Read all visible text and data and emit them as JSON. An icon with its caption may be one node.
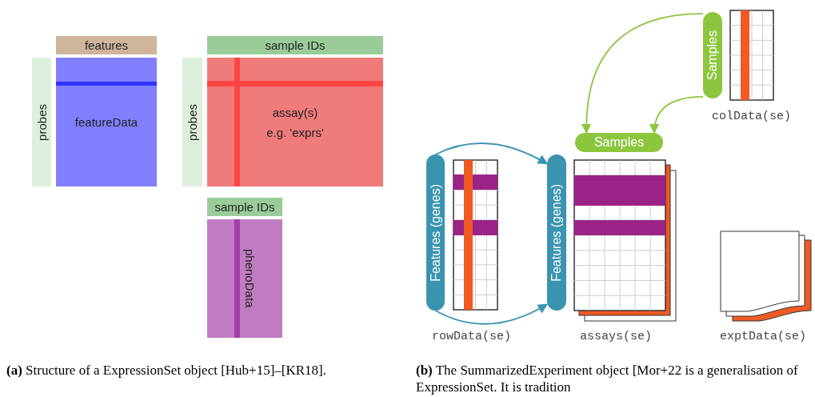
{
  "diagram": {
    "nodes": [
      {
        "text": [
          "features"
        ]
      },
      {
        "text": [
          "probes"
        ]
      },
      {
        "text": [
          "featureData"
        ]
      },
      {
        "text": [
          "sample IDs"
        ]
      },
      {
        "text": [
          "probes"
        ]
      },
      {
        "text": [
          "assay(s)",
          "e.g. 'exprs'"
        ]
      },
      {
        "text": [
          "sample IDs"
        ]
      },
      {
        "text": [
          "phenoData"
        ]
      },
      {
        "text": [
          "Samples"
        ]
      },
      {
        "text": [],
        "shape": "box",
        "beside": [
          "colData(se)"
        ]
      },
      {
        "text": [
          "Samples"
        ]
      },
      {
        "text": [
          "Features (genes)"
        ]
      },
      {
        "text": [],
        "shape": "box",
        "beside": [
          "rowData(se)"
        ]
      },
      {
        "text": [
          "Features (genes)"
        ]
      },
      {
        "text": [],
        "shape": "box",
        "beside": [
          "assays(se)"
        ]
      },
      {
        "text": [],
        "shape": "box",
        "beside": [
          "exptData(se)"
        ]
      }
    ],
    "edges": [
      {
        "from": 8,
        "to": 10,
        "arrow": "to",
        "color": "#8cc63f"
      },
      {
        "from": 8,
        "to": 10,
        "arrow": "to",
        "color": "#8cc63f"
      },
      {
        "from": 11,
        "to": 13,
        "arrow": "to",
        "color": "#3a94b0"
      },
      {
        "from": 11,
        "to": 13,
        "arrow": "to",
        "color": "#3a94b0"
      }
    ],
    "labels": [
      "**(a)** Structure of a ExpressionSet object [Hub+15]–[KR18].",
      "**(b)** The SummarizedExperiment object [Mor+22 is a generalisation of ExpressionSet. It is tradition"
    ]
  }
}
